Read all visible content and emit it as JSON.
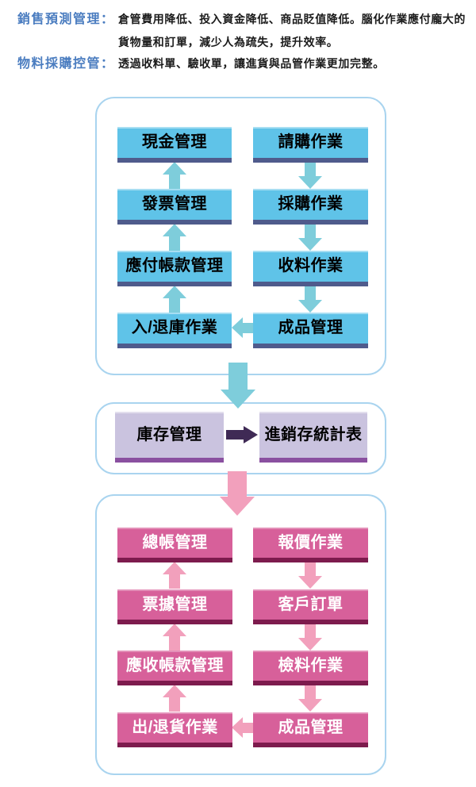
{
  "colors": {
    "label_blue": "#4b7dc0",
    "body_text": "#1b1b1b",
    "container_border": "#a9d4ef",
    "blue_box_fill": "#5fc3e8",
    "blue_box_edge": "#4f5b8c",
    "teal_arrow": "#7ecddb",
    "lavender_box_fill": "#cac3df",
    "lavender_box_edge": "#8a50a0",
    "purple_arrow": "#3f2a55",
    "pink_box_fill": "#d7609a",
    "pink_box_edge": "#7d1b4d",
    "pink_arrow": "#f2a0bc"
  },
  "header": {
    "row1_label": "銷售預測管理：",
    "row1_line1": "倉管費用降低、投入資金降低、商品貶值降低。腦化作業應付龐大的",
    "row1_line2": "貨物量和訂單，減少人為疏失，提升效率。",
    "row2_label": "物料採購控管：",
    "row2_line1": "透過收料單、驗收單，讓進貨與品管作業更加完整。"
  },
  "flow": {
    "purchase": {
      "left": [
        "現金管理",
        "發票管理",
        "應付帳款管理",
        "入/退庫作業"
      ],
      "right": [
        "請購作業",
        "採購作業",
        "收料作業",
        "成品管理"
      ]
    },
    "inventory": {
      "left_box": "庫存管理",
      "right_box": "進銷存統計表"
    },
    "sales": {
      "left": [
        "總帳管理",
        "票據管理",
        "應收帳款管理",
        "出/退貨作業"
      ],
      "right": [
        "報價作業",
        "客戶訂單",
        "檢料作業",
        "成品管理"
      ]
    }
  }
}
